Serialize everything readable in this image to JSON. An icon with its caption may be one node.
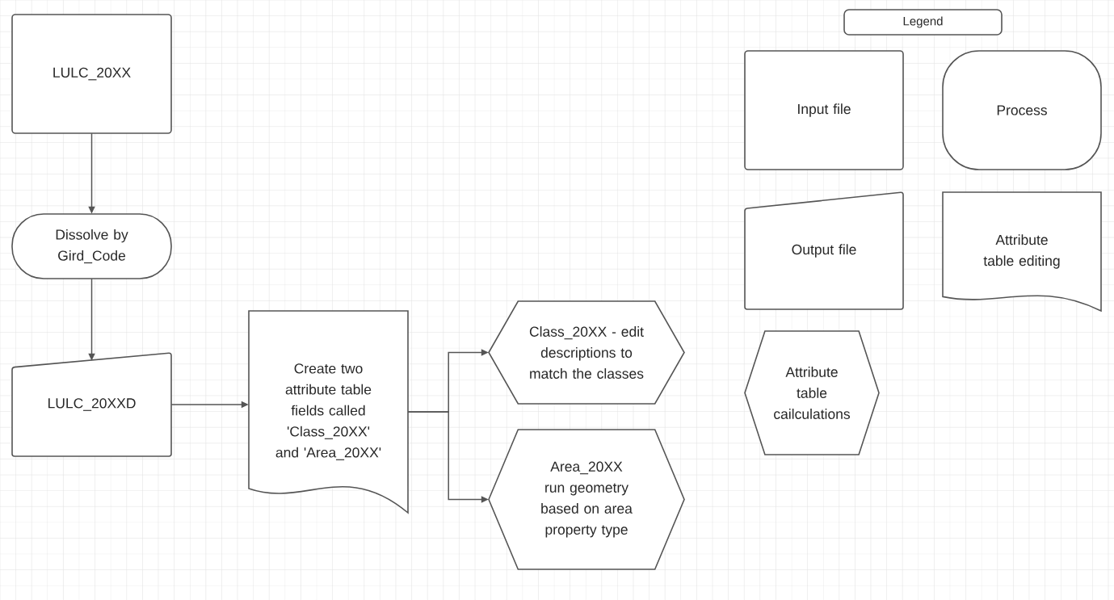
{
  "diagram": {
    "nodes": [
      {
        "text": [
          "LULC_20XX"
        ]
      },
      {
        "text": [
          "Dissolve by Gird_Code"
        ]
      },
      {
        "text": [
          "LULC_20XXD"
        ]
      },
      {
        "text": [
          "Create two attribute table fields called 'Class_20XX' and 'Area_20XX'"
        ]
      },
      {
        "text": [
          "Class_20XX - edit descriptions to match the classes"
        ]
      },
      {
        "text": [
          "Area_20XX run geometry based on area property type"
        ]
      },
      {
        "text": [
          "Legend"
        ]
      },
      {
        "text": [
          "Input file"
        ]
      },
      {
        "text": [
          "Process"
        ]
      },
      {
        "text": [
          "Output file"
        ]
      },
      {
        "text": [
          "Attribute table editing"
        ]
      },
      {
        "text": [
          "Attribute table cailculations"
        ]
      }
    ],
    "edges": [
      {
        "from": 0,
        "to": 1,
        "arrow": "to"
      },
      {
        "from": 1,
        "to": 2,
        "arrow": "to"
      },
      {
        "from": 2,
        "to": 3,
        "arrow": "to"
      },
      {
        "from": 3,
        "to": 4,
        "arrow": "to"
      },
      {
        "from": 3,
        "to": 5,
        "arrow": "to"
      }
    ]
  }
}
